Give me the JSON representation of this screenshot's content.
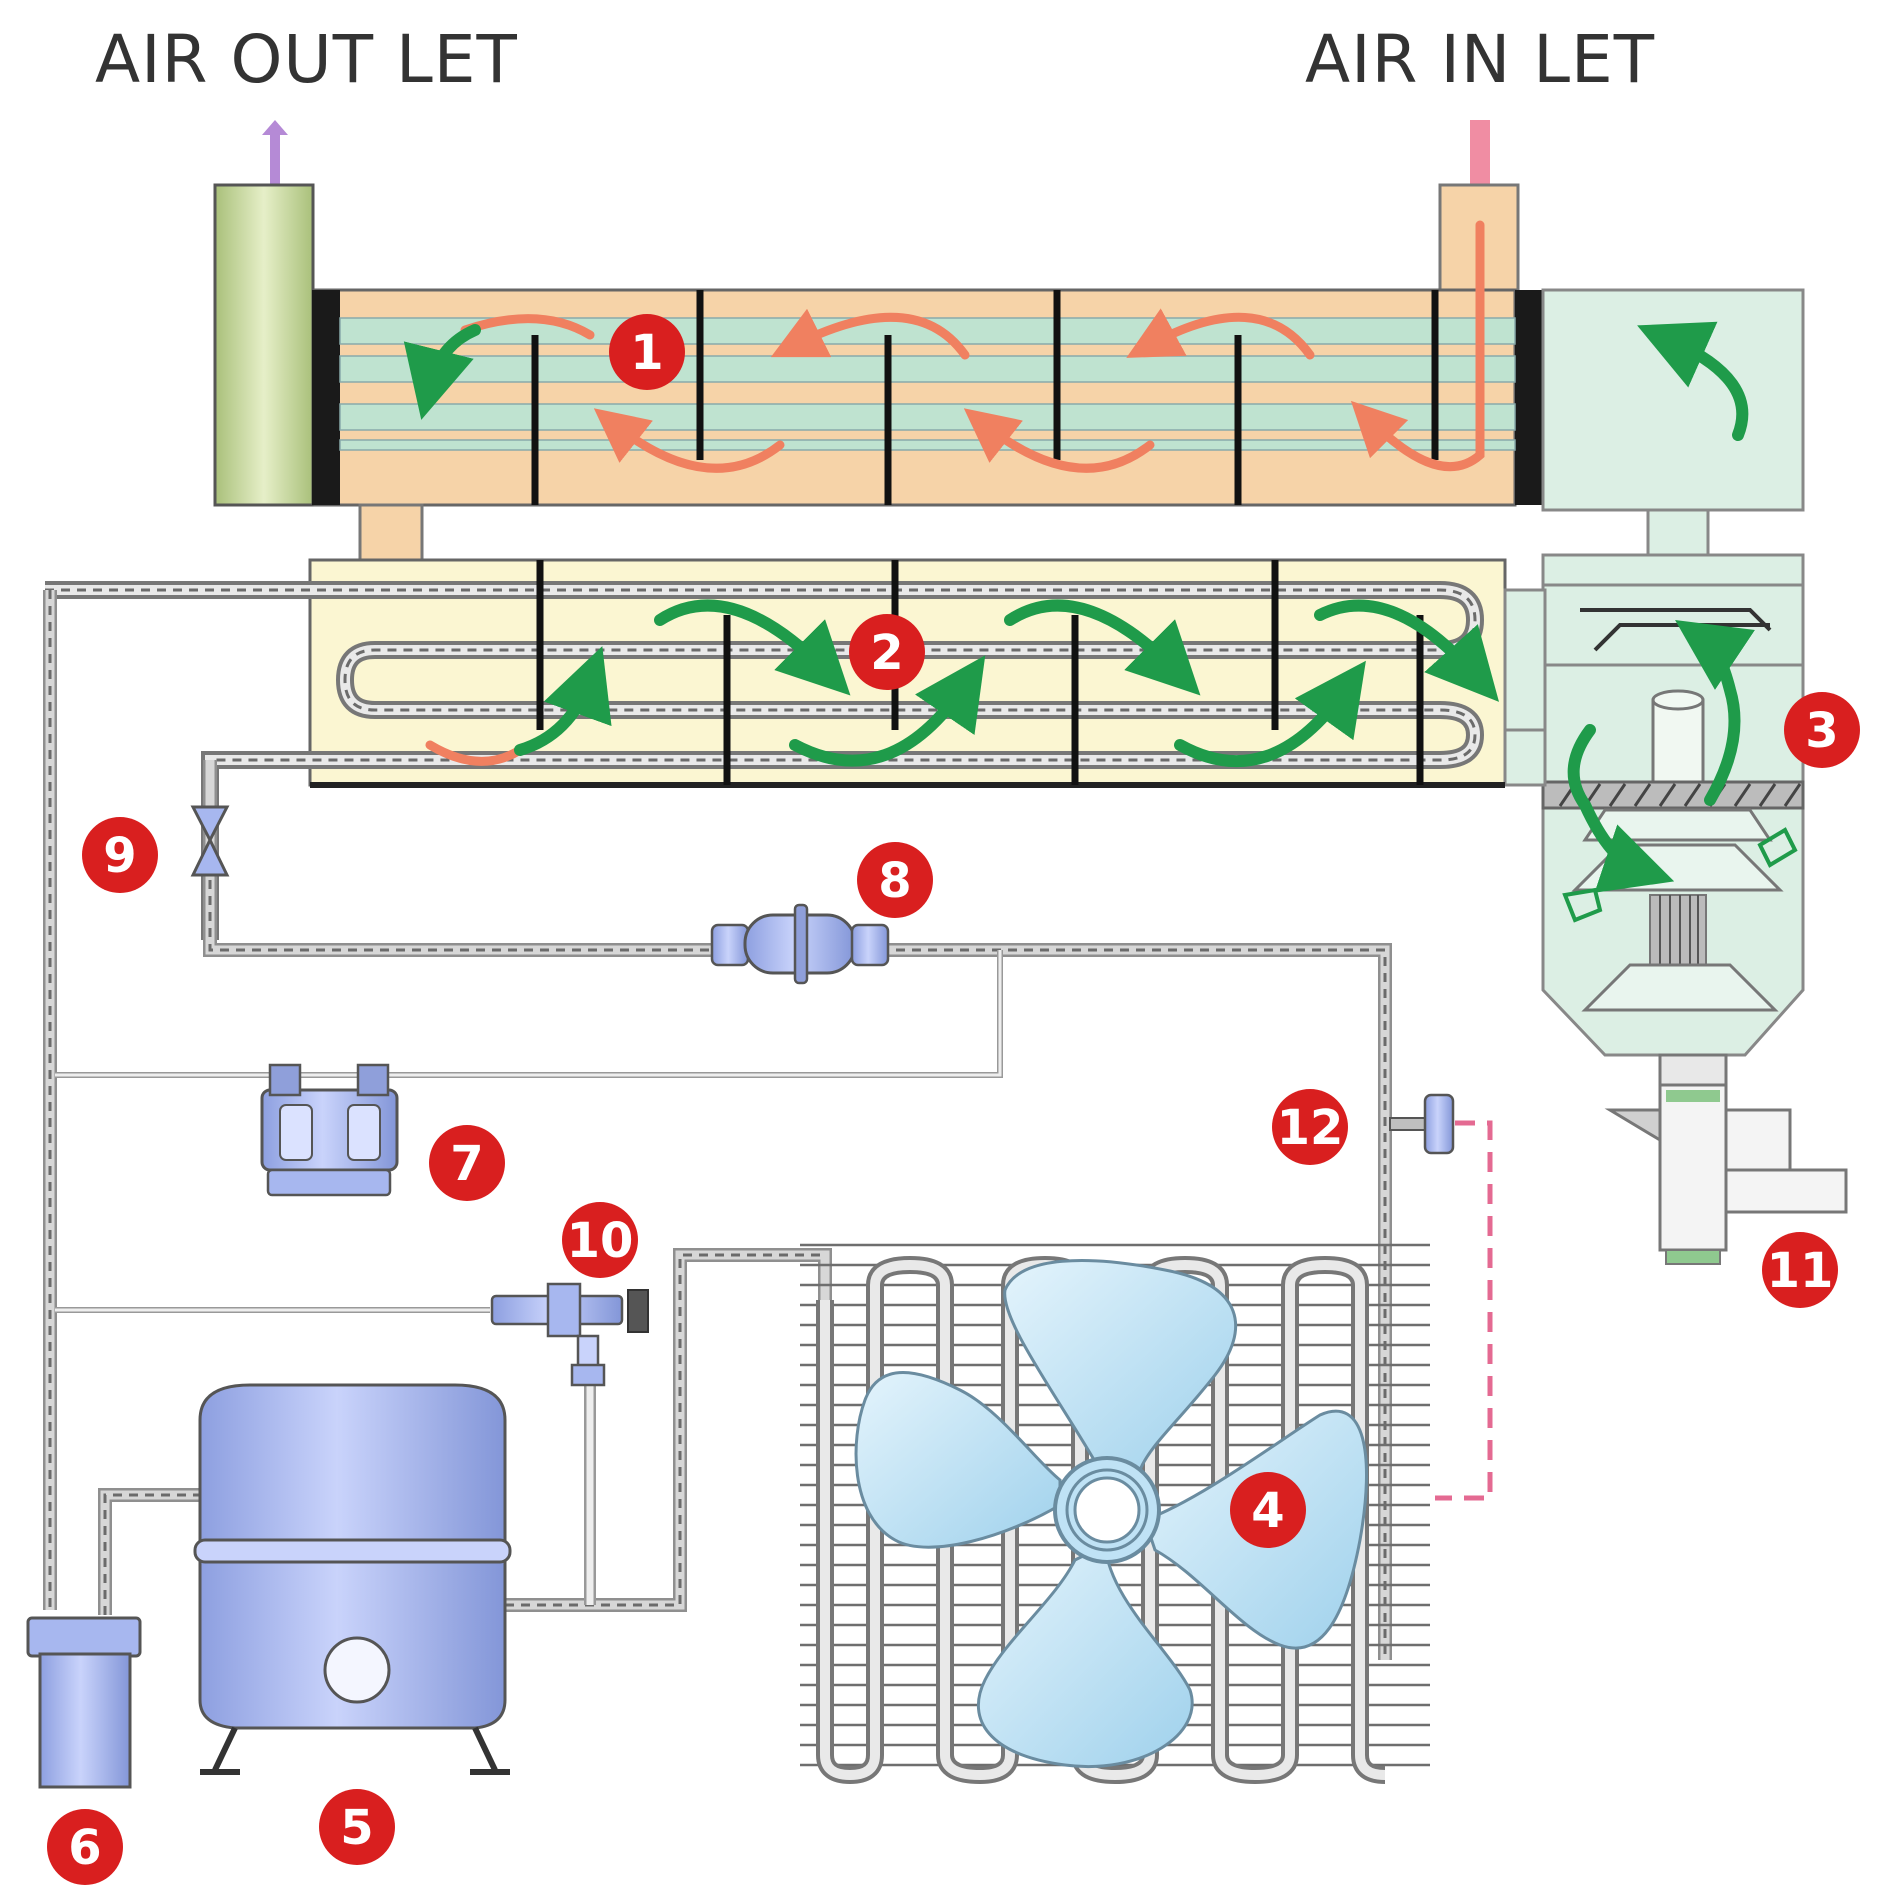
{
  "labels": {
    "air_outlet": "AIR OUT LET",
    "air_inlet": "AIR IN LET"
  },
  "markers": [
    "1",
    "2",
    "3",
    "4",
    "5",
    "6",
    "7",
    "8",
    "9",
    "10",
    "11",
    "12"
  ],
  "colors": {
    "marker_red": "#d91f1f",
    "hot_air_arrow": "#f08060",
    "cold_flow_arrow": "#1f9b4a",
    "equipment_blue": "#a7b7ef",
    "fan_blue": "#bfe2f5",
    "heat_exchanger_fill": "#f6d3a8",
    "evaporator_fill": "#fbf6d2",
    "separator_fill": "#dcefe4",
    "outlet_fill": "#c6d696"
  }
}
